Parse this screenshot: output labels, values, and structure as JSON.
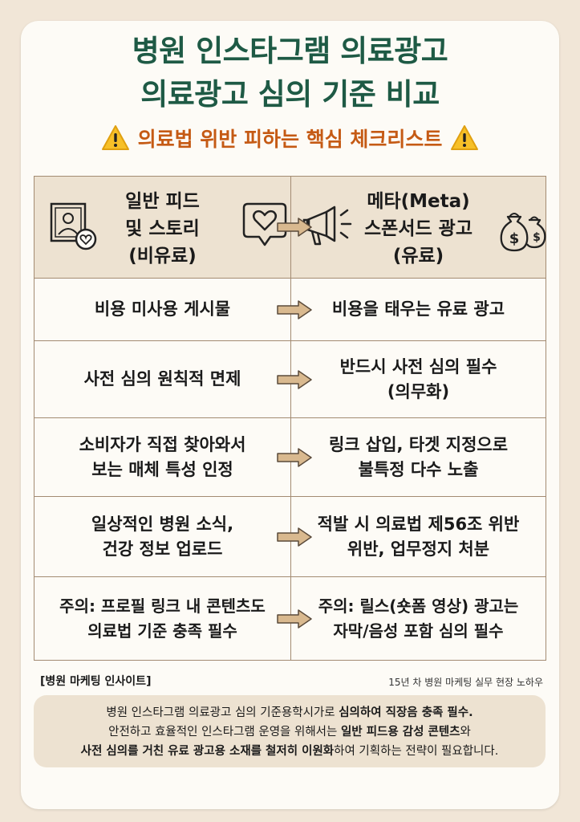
{
  "title": {
    "line1": "병원 인스타그램 의료광고",
    "line2": "의료광고 심의 기준 비교",
    "subtitle": "의료법 위반 피하는 핵심 체크리스트"
  },
  "table": {
    "left_header": [
      "일반 피드",
      "및 스토리",
      "(비유료)"
    ],
    "right_header": [
      "메타(Meta)",
      "스폰서드 광고",
      "(유료)"
    ],
    "rows": [
      {
        "left": [
          "비용 미사용 게시물"
        ],
        "right": [
          "비용을 태우는 유료 광고"
        ]
      },
      {
        "left": [
          "사전 심의 원칙적 면제"
        ],
        "right": [
          "반드시 사전 심의 필수",
          "(의무화)"
        ]
      },
      {
        "left": [
          "소비자가 직접 찾아와서",
          "보는 매체 특성 인정"
        ],
        "right": [
          "링크 삽입, 타겟 지정으로",
          "불특정 다수 노출"
        ]
      },
      {
        "left": [
          "일상적인 병원 소식,",
          "건강 정보 업로드"
        ],
        "right": [
          "적발 시 의료법 제56조 위반",
          "위반, 업무정지 처분"
        ]
      },
      {
        "left": [
          "주의: 프로필 링크 내 콘텐츠도",
          "의료법 기준 충족 필수"
        ],
        "right": [
          "주의: 릴스(숏폼 영상) 광고는",
          "자막/음성 포함 심의 필수"
        ]
      }
    ]
  },
  "footer": {
    "label": "[병원 마케팅 인사이트]",
    "note": "15년 차 병원 마케팅 실무 현장 노하우"
  },
  "insight": {
    "l1a": "병원 인스타그램 의료광고 심의 기준용학시가로 ",
    "l1b": "심의하여 직장음 충족 필수.",
    "l2a": "안전하고 효율적인 인스타그램 운영을 위해서는 ",
    "l2b": "일반 피드용 감성 콘텐츠",
    "l2c": "와",
    "l3a": "사전 심의를 거친 유료 광고용 소재를 철저히 이원화",
    "l3b": "하여 기획하는 전략이 필요합니다."
  },
  "colors": {
    "title": "#1e5a45",
    "subtitle": "#c55a14",
    "border": "#a38b72",
    "header_bg": "#ede2d1",
    "page_bg": "#f1e6d7"
  },
  "icons": [
    "warning-icon",
    "profile-photo-icon",
    "heart-bubble-icon",
    "megaphone-icon",
    "money-bag-icon",
    "arrow-right-icon"
  ]
}
